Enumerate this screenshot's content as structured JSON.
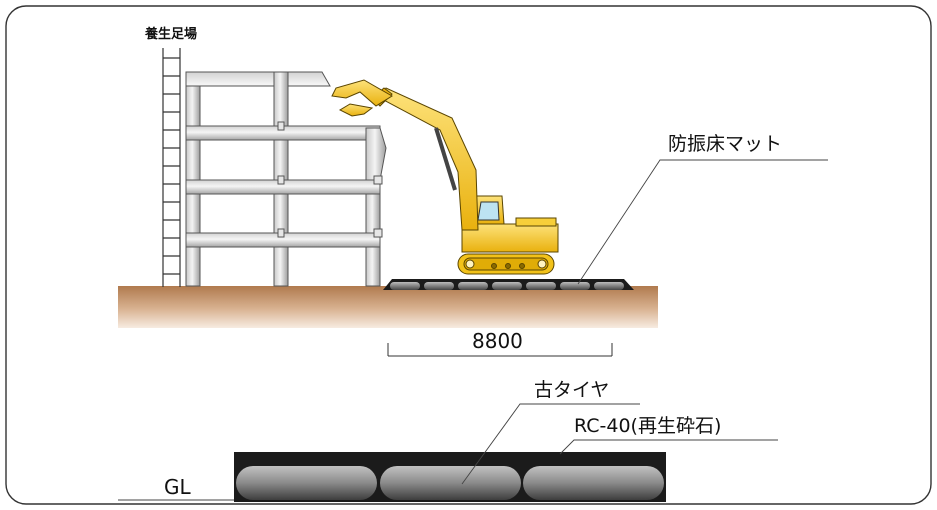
{
  "labels": {
    "scaffold": "養生足場",
    "mat": "防振床マット",
    "dimension": "8800",
    "tire": "古タイヤ",
    "gravel": "RC-40(再生砕石)",
    "ground_level": "GL"
  },
  "colors": {
    "frame": "#333333",
    "soil_top": "#b07a4e",
    "soil_bottom": "#f2e2d2",
    "excavator": "#f5c518",
    "building_light": "#f2f2f2",
    "building_dark": "#a9a9a9",
    "tire_light": "#b5b5b5",
    "tire_dark": "#3c3c3c",
    "mat_black": "#1b1b1b"
  }
}
